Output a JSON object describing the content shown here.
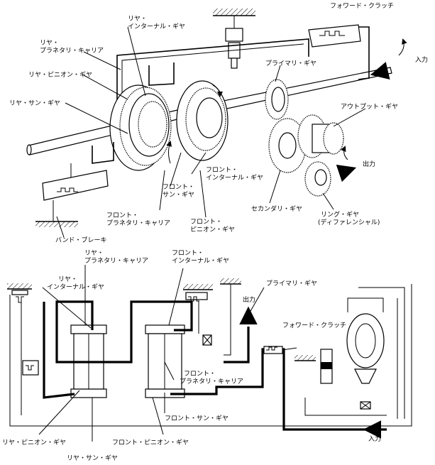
{
  "top_labels": {
    "forward_clutch": "フォワード・クラッチ",
    "input": "入力",
    "rear_internal_gear_1": "リヤ・",
    "rear_internal_gear_2": "インターナル・ギヤ",
    "rear_planetary_carrier_1": "リヤ・",
    "rear_planetary_carrier_2": "プラネタリ・キャリア",
    "primary_gear": "プライマリ・ギヤ",
    "rear_pinion_gear": "リヤ・ピニオン・ギヤ",
    "output_gear": "アウトプット・ギヤ",
    "rear_sun_gear": "リヤ・サン・ギヤ",
    "front_internal_gear_1": "フロント・",
    "front_internal_gear_2": "インターナル・ギヤ",
    "output": "出力",
    "front_sun_gear_1": "フロント・",
    "front_sun_gear_2": "サン・ギヤ",
    "front_planetary_carrier_1": "フロント・",
    "front_planetary_carrier_2": "プラネタリ・キャリア",
    "front_pinion_gear_1": "フロント・",
    "front_pinion_gear_2": "ピニオン・ギヤ",
    "secondary_gear": "セカンダリ・ギヤ",
    "ring_gear_1": "リング・ギヤ",
    "ring_gear_2": "(ディファレンシャル)",
    "band_brake": "バンド・ブレーキ"
  },
  "bottom_labels": {
    "rear_planetary_carrier_1": "リヤ・",
    "rear_planetary_carrier_2": "プラネタリ・キャリア",
    "front_internal_gear_1": "フロント・",
    "front_internal_gear_2": "インターナル・ギヤ",
    "rear_internal_gear_1": "リヤ・",
    "rear_internal_gear_2": "インターナル・ギヤ",
    "primary_gear": "プライマリ・ギヤ",
    "output": "出力",
    "forward_clutch": "フォワード・クラッチ",
    "front_planetary_carrier_1": "フロント・",
    "front_planetary_carrier_2": "プラネタリ・キャリア",
    "front_sun_gear": "フロント・サン・ギヤ",
    "rear_pinion_gear": "リヤ・ピニオン・ギヤ",
    "front_pinion_gear": "フロント・ピニオン・ギヤ",
    "rear_sun_gear": "リヤ・サン・ギヤ",
    "input": "入力"
  }
}
